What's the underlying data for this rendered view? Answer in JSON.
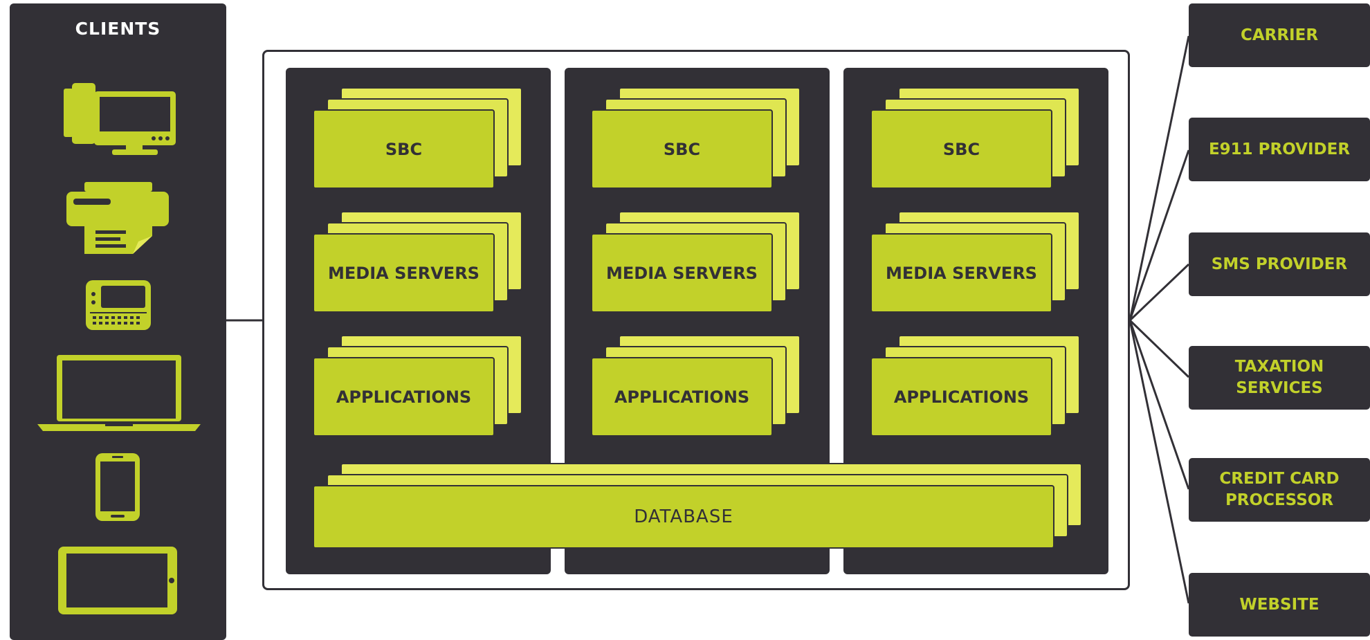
{
  "clients": {
    "title": "CLIENTS",
    "icons": [
      "desktop-phone-icon",
      "printer-fax-icon",
      "feature-phone-icon",
      "laptop-icon",
      "smartphone-icon",
      "tablet-icon"
    ]
  },
  "columns": [
    {
      "sbc": "SBC",
      "media": "MEDIA SERVERS",
      "apps": "APPLICATIONS"
    },
    {
      "sbc": "SBC",
      "media": "MEDIA SERVERS",
      "apps": "APPLICATIONS"
    },
    {
      "sbc": "SBC",
      "media": "MEDIA SERVERS",
      "apps": "APPLICATIONS"
    }
  ],
  "database": "DATABASE",
  "externals": [
    "CARRIER",
    "E911 PROVIDER",
    "SMS PROVIDER",
    "TAXATION\nSERVICES",
    "CREDIT CARD\nPROCESSOR",
    "WEBSITE"
  ],
  "colors": {
    "dark": "#323036",
    "green": "#c2d12a",
    "light_green": "#e5ea5a"
  }
}
